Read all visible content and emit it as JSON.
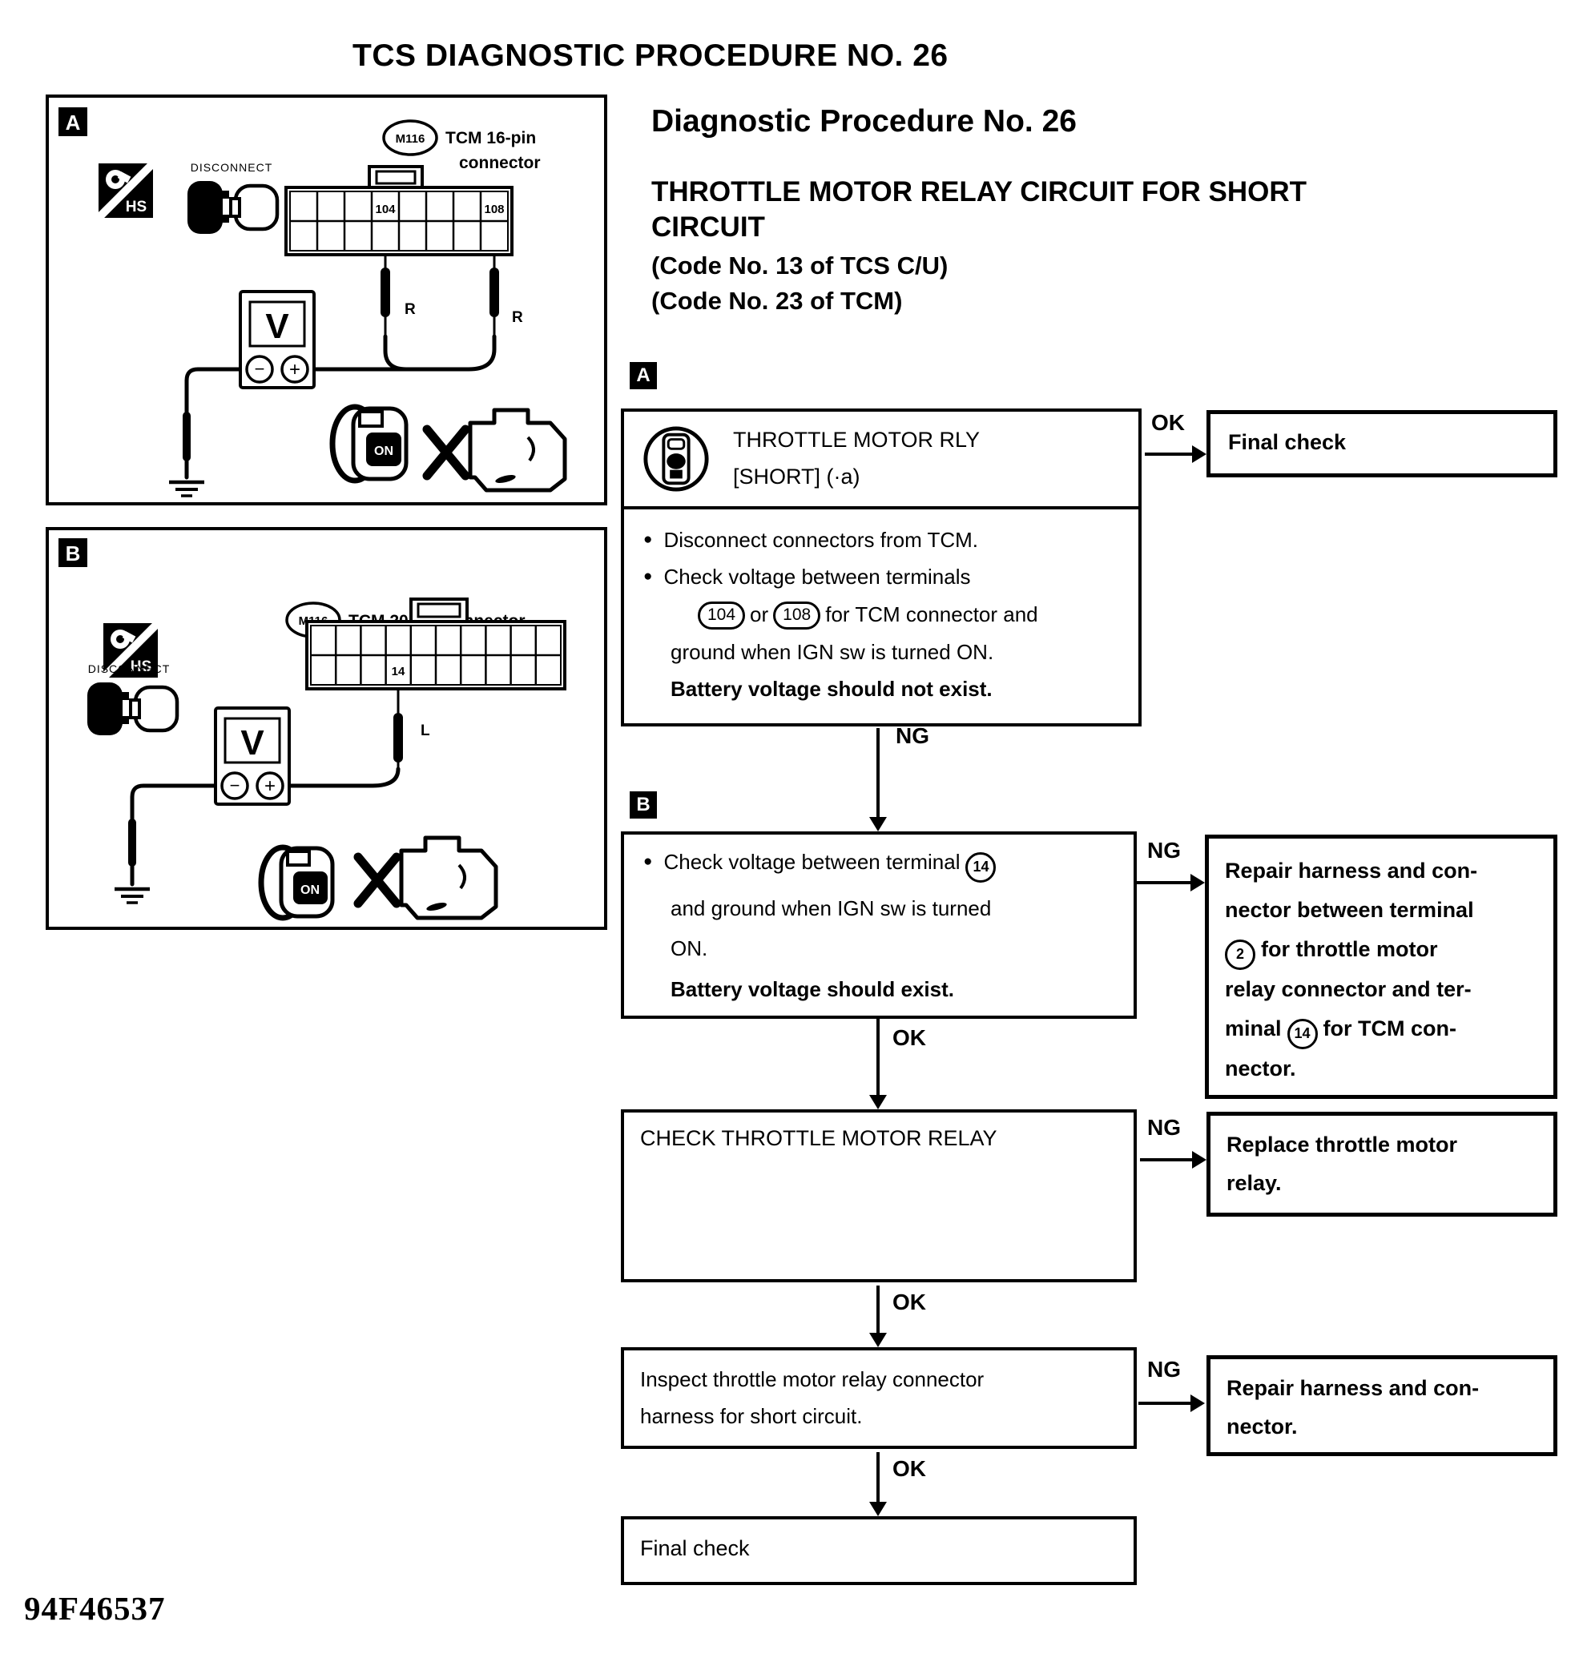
{
  "page": {
    "title": "TCS DIAGNOSTIC PROCEDURE NO. 26",
    "doc_code": "94F46537"
  },
  "header": {
    "subtitle": "Diagnostic Procedure No. 26",
    "heading_line1": "THROTTLE MOTOR RELAY CIRCUIT FOR SHORT",
    "heading_line2": "CIRCUIT",
    "code1": "(Code No. 13 of TCS C/U)",
    "code2": "(Code No. 23 of TCM)"
  },
  "figure_a": {
    "panel_label": "A",
    "hs_label": "HS",
    "disconnect_label": "DISCONNECT",
    "connector_ref": "M116",
    "connector_title_line1": "TCM 16-pin",
    "connector_title_line2": "connector",
    "pin1": "104",
    "pin2": "108",
    "wire1": "R",
    "wire2": "R",
    "meter_label": "V",
    "minus": "−",
    "plus": "+",
    "key_label": "ON"
  },
  "figure_b": {
    "panel_label": "B",
    "hs_label": "HS",
    "disconnect_label": "DISCONNECT",
    "connector_ref": "M116",
    "connector_title": "TCM 20-pin connector",
    "pin": "14",
    "wire": "L",
    "meter_label": "V",
    "minus": "−",
    "plus": "+",
    "key_label": "ON"
  },
  "flow": {
    "section_a": "A",
    "section_b": "B",
    "ok": "OK",
    "ng": "NG",
    "bullet": "●",
    "step1": {
      "title_line1": "THROTTLE MOTOR RLY",
      "title_line2": "[SHORT] (·a)",
      "b1": "Disconnect connectors from TCM.",
      "b2_line1": "Check voltage between terminals",
      "b2_pin1": "104",
      "b2_or": "or",
      "b2_pin2": "108",
      "b2_line2_rest": "for TCM connector and",
      "b2_line3": "ground when IGN sw is turned ON.",
      "warn": "Battery voltage should not exist."
    },
    "final_check_top": "Final check",
    "step2": {
      "line1_pre": "Check voltage between terminal",
      "line1_circ": "14",
      "line2": "and ground when IGN sw is turned",
      "line3": "ON.",
      "warn": "Battery voltage should exist."
    },
    "repair1": {
      "l1": "Repair harness and con-",
      "l2": "nector between terminal",
      "l3_circ": "2",
      "l3": "for throttle motor",
      "l4": "relay connector and ter-",
      "l5_pre": "minal",
      "l5_circ": "14",
      "l5_post": "for TCM con-",
      "l6": "nector."
    },
    "step3": "CHECK THROTTLE MOTOR RELAY",
    "replace": {
      "l1": "Replace throttle motor",
      "l2": "relay."
    },
    "step4": {
      "l1": "Inspect throttle motor relay connector",
      "l2": "harness for short circuit."
    },
    "repair2": {
      "l1": "Repair harness and con-",
      "l2": "nector."
    },
    "final_check_bottom": "Final check"
  }
}
